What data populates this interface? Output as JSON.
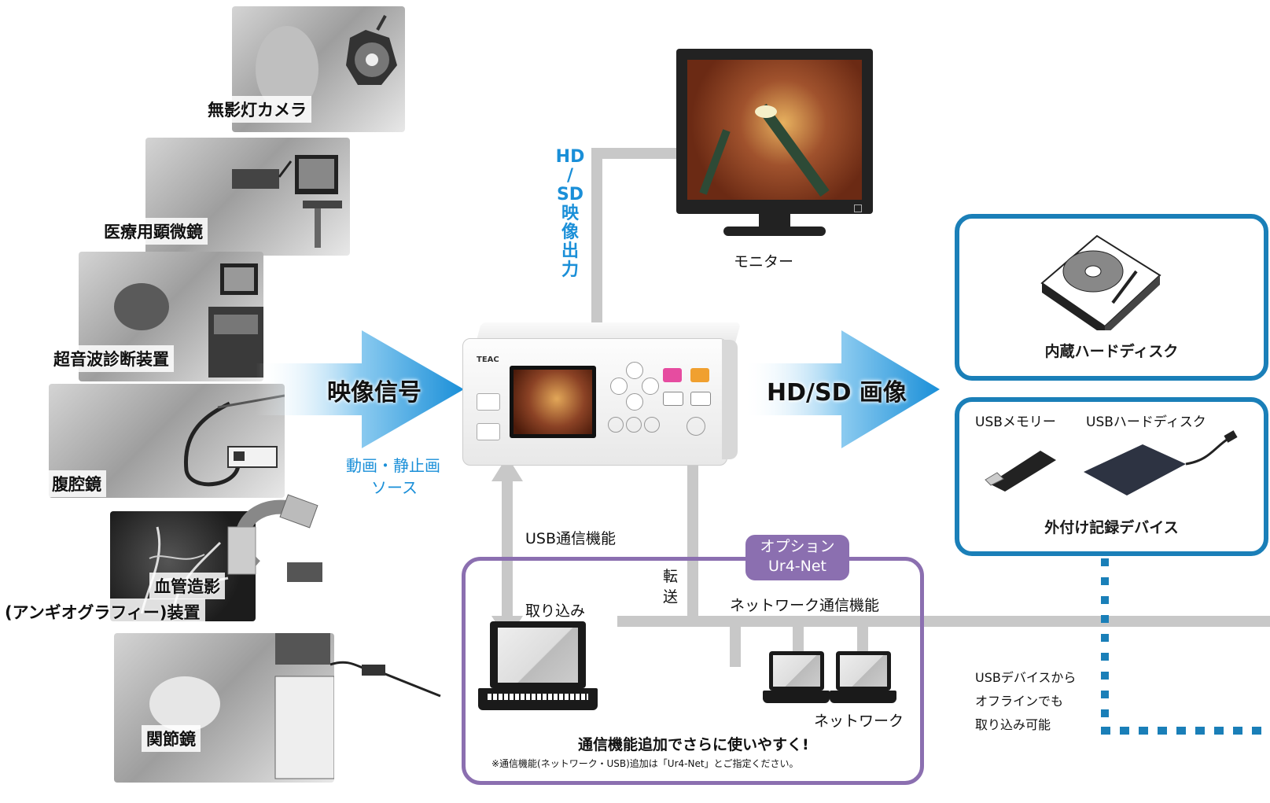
{
  "sources": [
    {
      "label": "無影灯カメラ"
    },
    {
      "label": "医療用顕微鏡"
    },
    {
      "label": "超音波診断装置"
    },
    {
      "label": "腹腔鏡"
    },
    {
      "label": "血管造影"
    },
    {
      "label": "(アンギオグラフィー)装置"
    },
    {
      "label": "関節鏡"
    }
  ],
  "input_arrow": {
    "label": "映像信号",
    "sub1": "動画・静止画",
    "sub2": "ソース"
  },
  "output_arrow": {
    "label": "HD/SD 画像"
  },
  "monitor": {
    "label": "モニター"
  },
  "hd_output": {
    "chars": [
      "HD",
      "/",
      "SD",
      "映",
      "像",
      "出",
      "力"
    ]
  },
  "recorder": {
    "brand": "TEAC"
  },
  "internal_box": {
    "title": "内蔵ハードディスク"
  },
  "external_box": {
    "usb_memory": "USBメモリー",
    "usb_hdd": "USBハードディスク",
    "title": "外付け記録デバイス"
  },
  "usb_comm": {
    "label": "USB通信機能"
  },
  "transfer": {
    "c1": "転",
    "c2": "送"
  },
  "option": {
    "line1": "オプション",
    "line2": "Ur4-Net"
  },
  "network_comm": {
    "label": "ネットワーク通信機能"
  },
  "import_label": "取り込み",
  "network_label": "ネットワーク",
  "bottom_main": "通信機能追加でさらに使いやすく!",
  "bottom_note": "※通信機能(ネットワーク・USB)追加は「Ur4-Net」とご指定ください。",
  "offline": {
    "l1": "USBデバイスから",
    "l2": "オフラインでも",
    "l3": "取り込み可能"
  },
  "colors": {
    "blue": "#1a7fb8",
    "purple": "#8b6fb0",
    "cyan_text": "#1a8fd8",
    "gray_line": "#c8c8c8"
  }
}
